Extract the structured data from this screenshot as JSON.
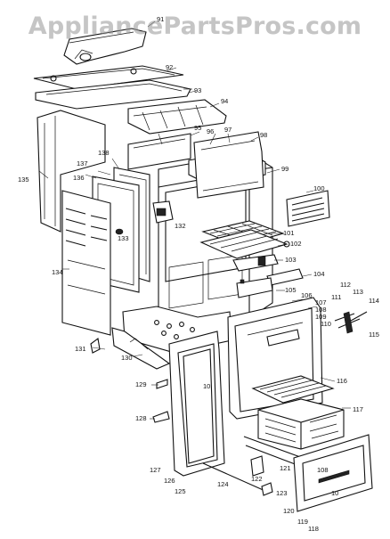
{
  "watermark": "AppliancePartsPros.com",
  "labels": {
    "l91": "91",
    "l92": "92",
    "l93": "93",
    "l94": "94",
    "l95": "95",
    "l96": "96",
    "l97": "97",
    "l98": "98",
    "l99": "99",
    "l100": "100",
    "l101": "101",
    "l102": "102",
    "l103": "103",
    "l104": "104",
    "l105": "105",
    "l106": "106",
    "l107": "107",
    "l108": "108",
    "l109": "109",
    "l110": "110",
    "l111": "111",
    "l112": "112",
    "l113": "113",
    "l114": "114",
    "l115": "115",
    "l116": "116",
    "l117": "117",
    "l118": "118",
    "l119": "119",
    "l120": "120",
    "l121": "121",
    "l122": "122",
    "l123": "123",
    "l124": "124",
    "l125": "125",
    "l126": "126",
    "l127": "127",
    "l128": "128",
    "l129": "129",
    "l130": "130",
    "l131": "131",
    "l132": "132",
    "l133": "133",
    "l134": "134",
    "l135": "135",
    "l136": "136",
    "l137": "137",
    "l138": "138",
    "l10a": "10",
    "l10b": "10",
    "l108b": "108"
  }
}
